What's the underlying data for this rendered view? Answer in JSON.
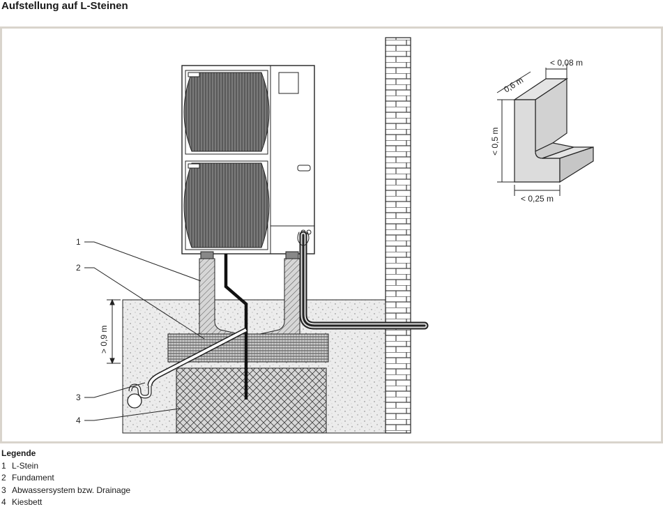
{
  "title": "Aufstellung auf L-Steinen",
  "colors": {
    "frame": "#d9d4cc",
    "ground": "#e8e8e8",
    "wall": "#b0b0b0",
    "lstein": "#cfcfcf",
    "gravel": "#c8c8c8",
    "fan": "#4a4a4a",
    "line": "#1a1a1a"
  },
  "diagram": {
    "callouts": [
      "1",
      "2",
      "3",
      "4"
    ],
    "dim_depth": "> 0,9 m",
    "detail": {
      "width": "0,6 m",
      "thickness": "< 0,08 m",
      "height": "< 0,5 m",
      "foot": "< 0,25 m"
    }
  },
  "legend": {
    "heading": "Legende",
    "items": [
      {
        "num": "1",
        "label": "L-Stein"
      },
      {
        "num": "2",
        "label": "Fundament"
      },
      {
        "num": "3",
        "label": "Abwassersystem bzw. Drainage"
      },
      {
        "num": "4",
        "label": "Kiesbett"
      }
    ]
  }
}
